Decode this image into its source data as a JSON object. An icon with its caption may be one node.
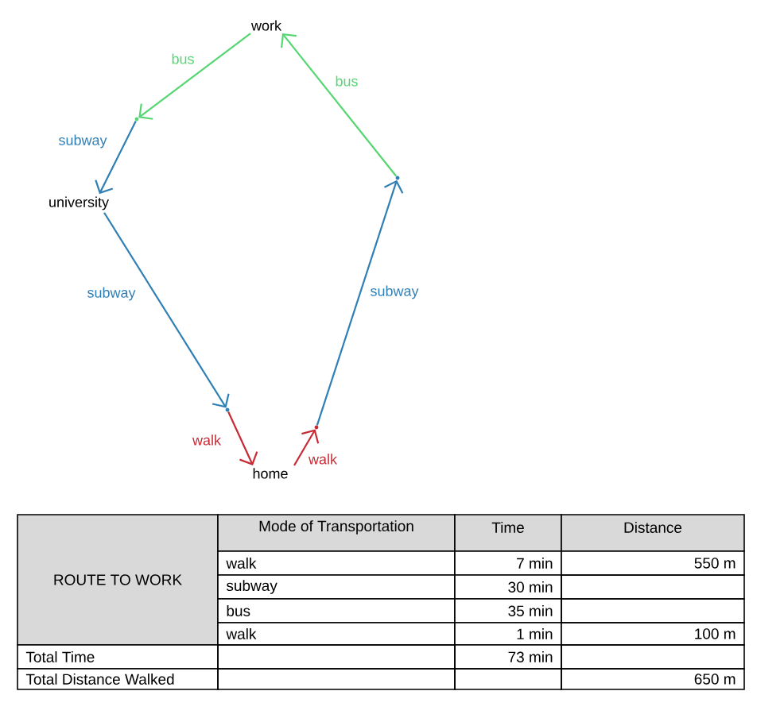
{
  "diagram": {
    "nodes": [
      {
        "text": [
          "work"
        ]
      },
      {
        "text": [
          "university"
        ]
      },
      {
        "text": [
          "home"
        ]
      },
      {
        "text": [],
        "shape": "point"
      },
      {
        "text": [],
        "shape": "point"
      },
      {
        "text": [],
        "shape": "point"
      },
      {
        "text": [],
        "shape": "point"
      }
    ],
    "edges": [
      {
        "from": 0,
        "to": 3,
        "arrow": "to",
        "label": "bus",
        "color": "#55d672"
      },
      {
        "from": 3,
        "to": 1,
        "arrow": "to",
        "label": "subway"
      },
      {
        "from": 1,
        "to": 4,
        "arrow": "to",
        "label": "subway"
      },
      {
        "from": 4,
        "to": 2,
        "arrow": "to",
        "label": "walk",
        "color": "#c62b35"
      },
      {
        "from": 2,
        "to": 5,
        "arrow": "to",
        "label": "walk",
        "color": "#c62b35"
      },
      {
        "from": 5,
        "to": 6,
        "arrow": "to",
        "label": "subway"
      },
      {
        "from": 6,
        "to": 0,
        "arrow": "to",
        "label": "bus",
        "color": "#55d672"
      }
    ],
    "labels": [
      "ROUTE TO WORK",
      "Mode of Transportation",
      "Time",
      "Distance",
      "walk",
      "7 min",
      "550 m",
      "subway",
      "30 min",
      "bus",
      "35 min",
      "walk",
      "1 min",
      "100 m",
      "Total Time",
      "73 min",
      "Total Distance Walked",
      "650 m"
    ]
  }
}
